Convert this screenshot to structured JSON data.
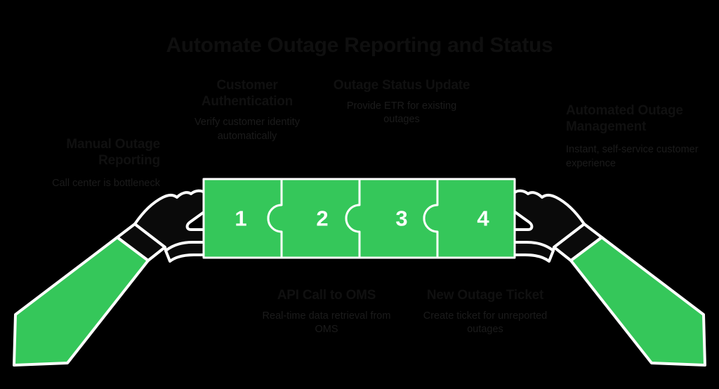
{
  "title": "Automate Outage Reporting and Status",
  "colors": {
    "background": "#000000",
    "puzzle_green": "#35c75a",
    "outline_white": "#ffffff",
    "hand_black": "#0a0a0a",
    "title_text": "#0f0f0f",
    "label_text": "#101010",
    "sublabel_text": "#1b1b1b"
  },
  "puzzle": {
    "pieces": [
      {
        "number": "1",
        "icon": "puzzle-piece-icon"
      },
      {
        "number": "2",
        "icon": "puzzle-piece-icon"
      },
      {
        "number": "3",
        "icon": "puzzle-piece-icon"
      },
      {
        "number": "4",
        "icon": "puzzle-piece-icon"
      }
    ]
  },
  "hands": {
    "left": {
      "icon": "hand-grabbing-left-icon"
    },
    "right": {
      "icon": "hand-grabbing-right-icon"
    }
  },
  "callouts": {
    "left": {
      "title": "Manual Outage Reporting",
      "subtitle": "Call center is bottleneck"
    },
    "top1": {
      "title": "Customer Authentication",
      "subtitle": "Verify customer identity automatically"
    },
    "top2": {
      "title": "Outage Status Update",
      "subtitle": "Provide ETR for existing outages"
    },
    "bottom1": {
      "title": "API Call to OMS",
      "subtitle": "Real-time data retrieval from OMS"
    },
    "bottom2": {
      "title": "New Outage Ticket",
      "subtitle": "Create ticket for unreported outages"
    },
    "right": {
      "title": "Automated Outage Management",
      "subtitle": "Instant, self-service customer experience"
    }
  }
}
